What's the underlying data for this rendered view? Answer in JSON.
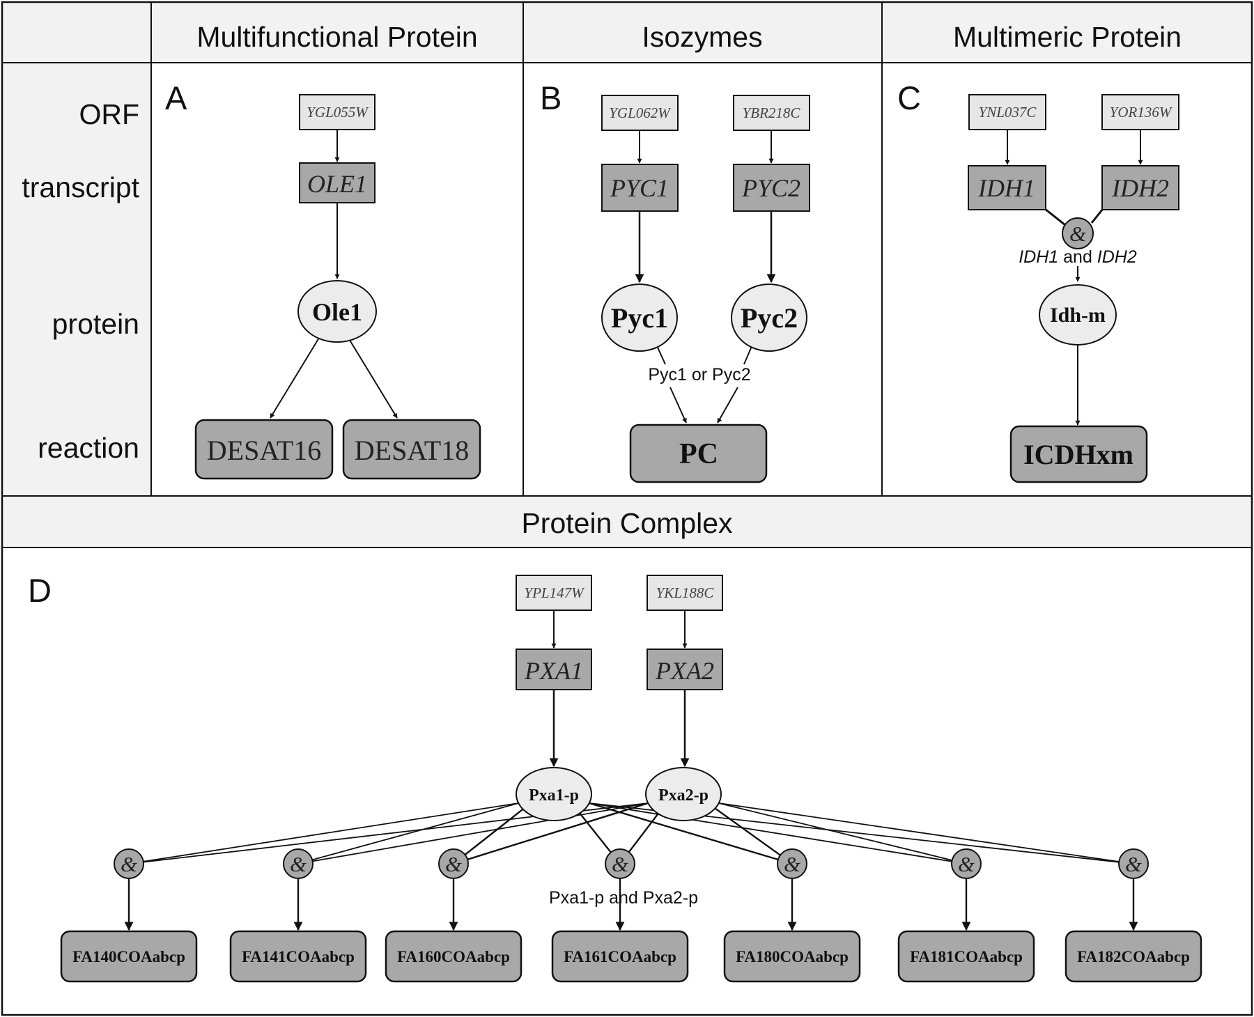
{
  "headers": {
    "multifunctional": "Multifunctional Protein",
    "isozymes": "Isozymes",
    "multimeric": "Multimeric Protein",
    "complex": "Protein Complex"
  },
  "row_labels": {
    "orf": "ORF",
    "transcript": "transcript",
    "protein": "protein",
    "reaction": "reaction"
  },
  "panel_a": {
    "letter": "A",
    "orf": "YGL055W",
    "transcript": "OLE1",
    "protein": "Ole1",
    "reactions": [
      "DESAT16",
      "DESAT18"
    ]
  },
  "panel_b": {
    "letter": "B",
    "orfs": [
      "YGL062W",
      "YBR218C"
    ],
    "transcripts": [
      "PYC1",
      "PYC2"
    ],
    "proteins": [
      "Pyc1",
      "Pyc2"
    ],
    "rule": "Pyc1 or Pyc2",
    "reaction": "PC"
  },
  "panel_c": {
    "letter": "C",
    "orfs": [
      "YNL037C",
      "YOR136W"
    ],
    "transcripts": [
      "IDH1",
      "IDH2"
    ],
    "and_symbol": "&",
    "rule_a": "IDH1",
    "rule_join": " and ",
    "rule_b": "IDH2",
    "protein": "Idh-m",
    "reaction": "ICDHxm"
  },
  "panel_d": {
    "letter": "D",
    "orfs": [
      "YPL147W",
      "YKL188C"
    ],
    "transcripts": [
      "PXA1",
      "PXA2"
    ],
    "proteins": [
      "Pxa1-p",
      "Pxa2-p"
    ],
    "and_symbol": "&",
    "rule": "Pxa1-p and Pxa2-p",
    "reactions": [
      "FA140COAabcp",
      "FA141COAabcp",
      "FA160COAabcp",
      "FA161COAabcp",
      "FA180COAabcp",
      "FA181COAabcp",
      "FA182COAabcp"
    ]
  },
  "colors": {
    "header_fill": "#f2f2f2",
    "orf_fill": "#e6e6e6",
    "transcript_fill": "#a8a8a8",
    "protein_fill": "#ececec",
    "reaction_fill": "#a8a8a8",
    "line": "#111111"
  }
}
